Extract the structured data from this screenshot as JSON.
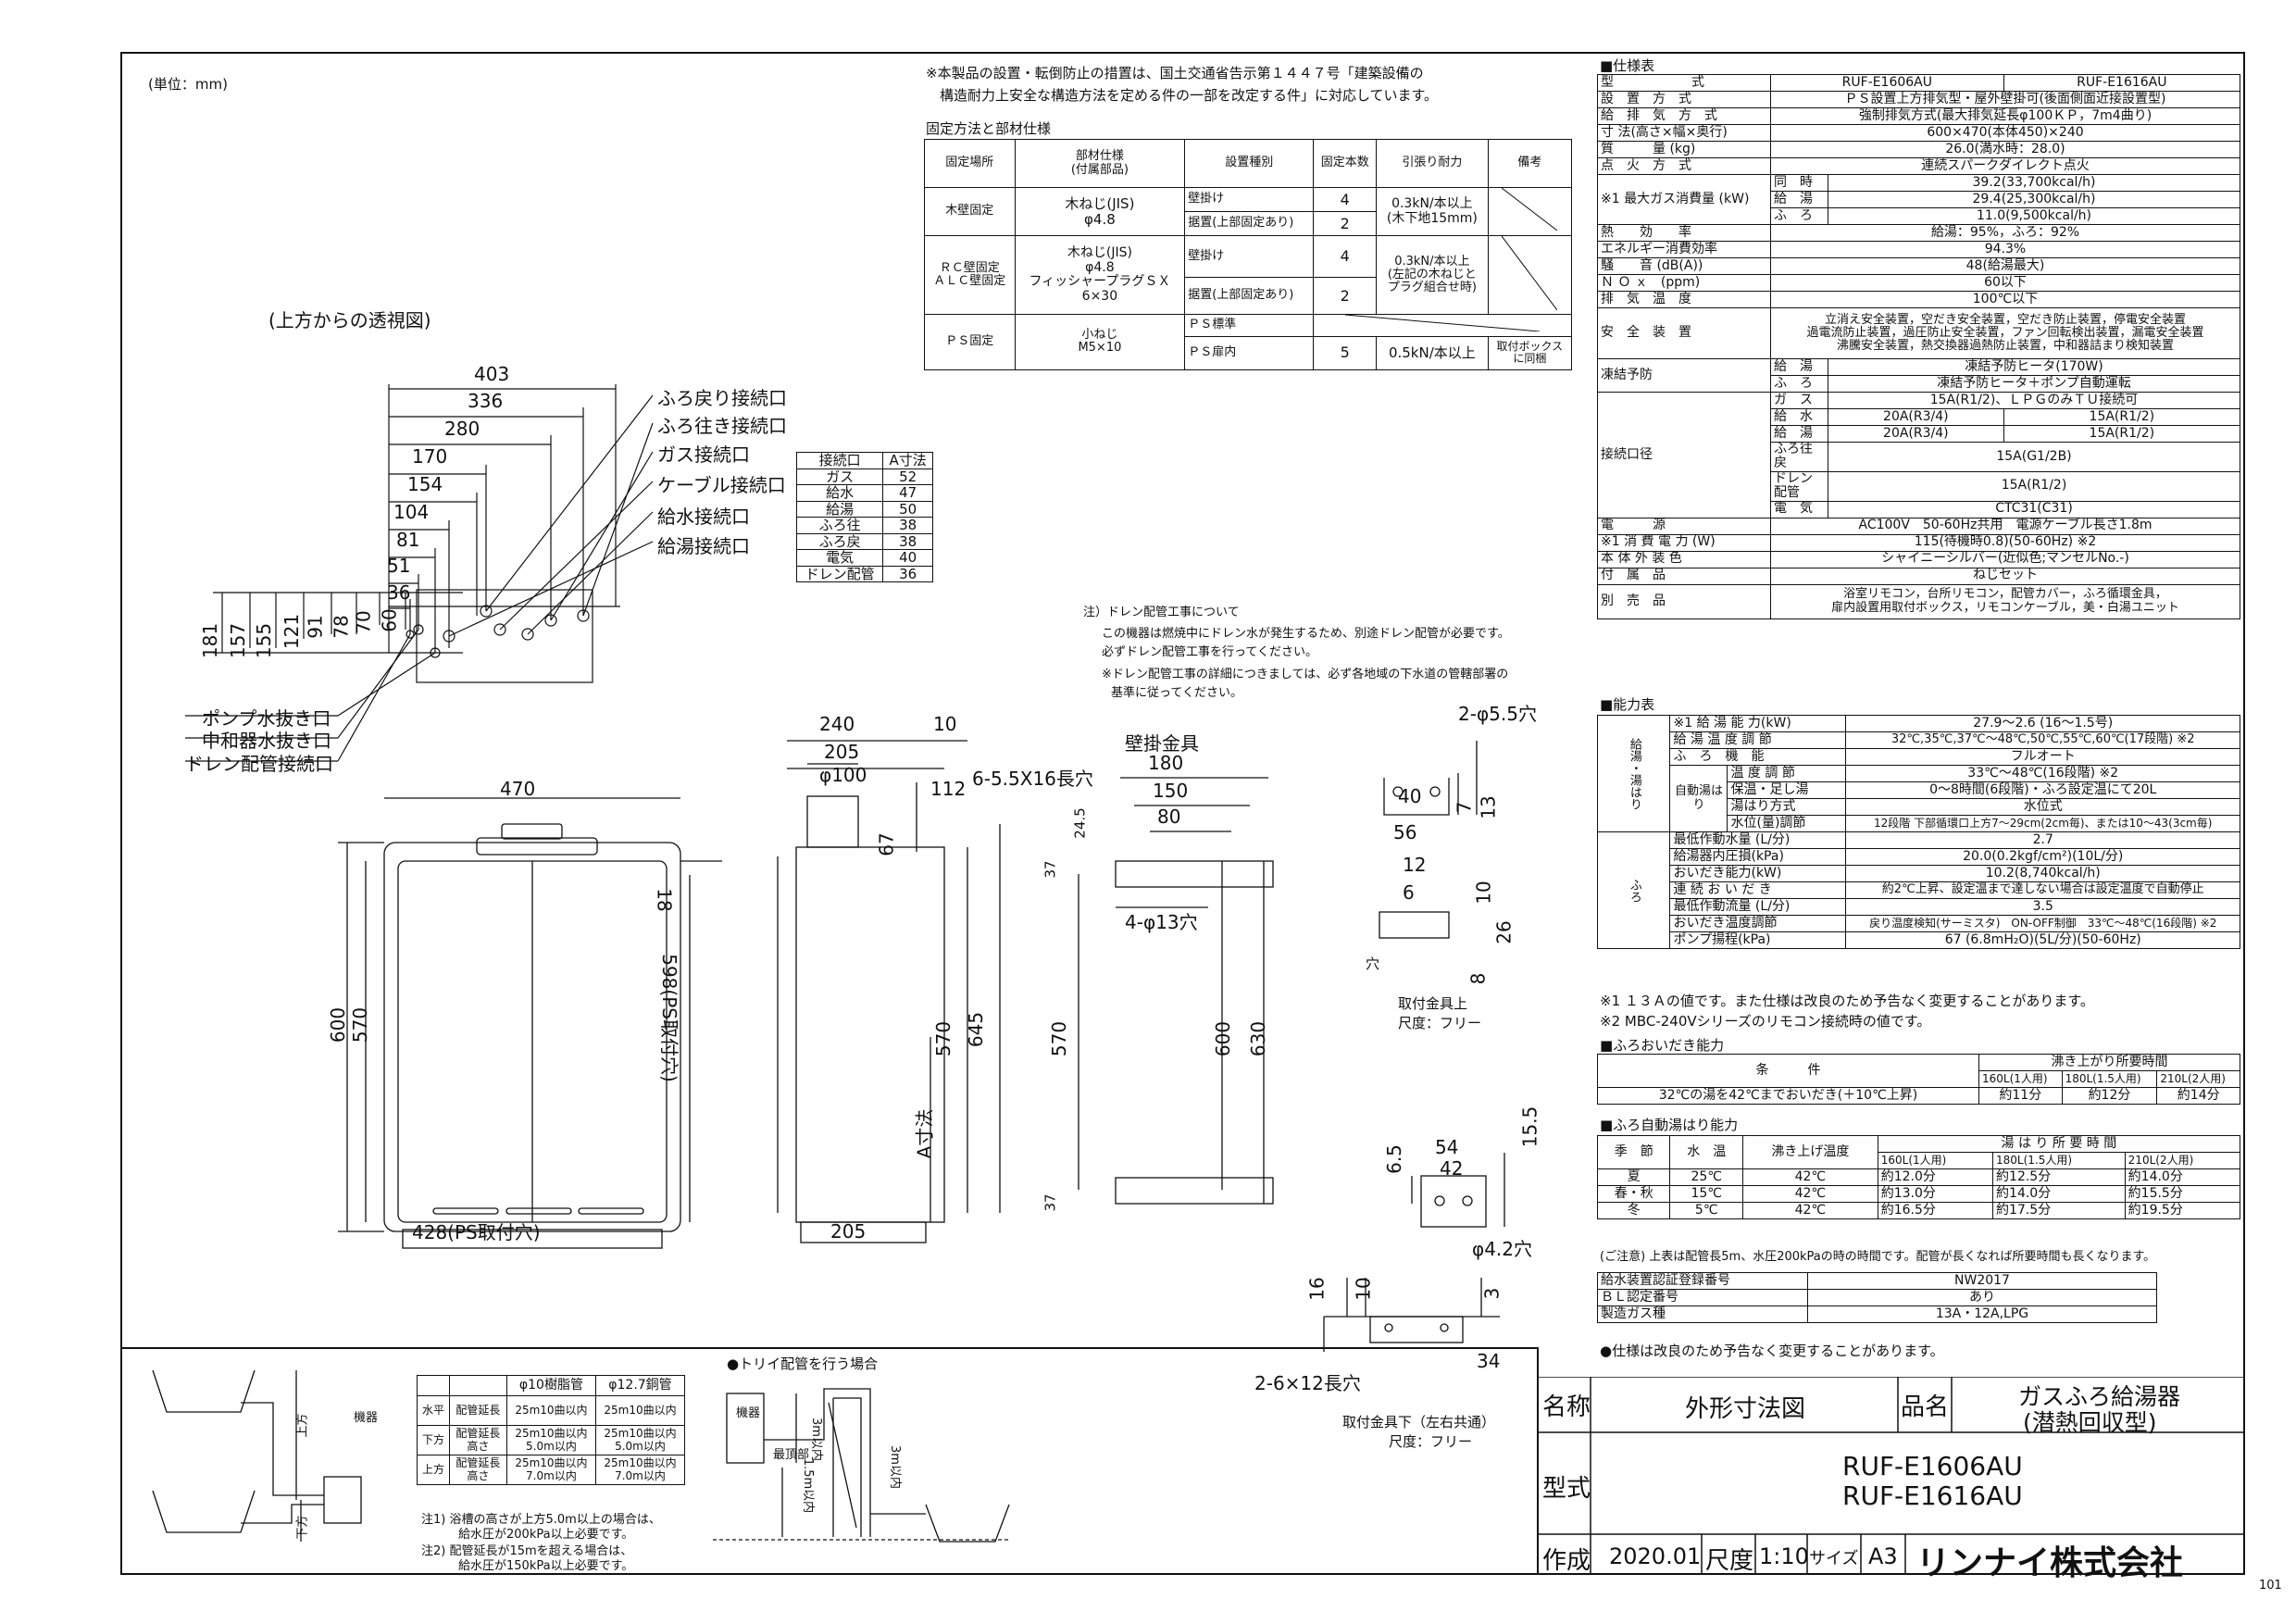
{
  "unit_note": "(単位：mm)",
  "page_number": "101",
  "notice": {
    "line1": "※本製品の設置・転倒防止の措置は、国土交通省告示第１４４７号「建築設備の",
    "line2": "構造耐力上安全な構造方法を定める件の一部を改定する件」に対応しています。"
  },
  "fixing": {
    "title": "固定方法と部材仕様",
    "headers": [
      "固定場所",
      "部材仕様\n(付属部品)",
      "設置種別",
      "固定本数",
      "引張り耐力",
      "備考"
    ],
    "rows": [
      {
        "place": "木壁固定",
        "part": "木ねじ(JIS)\nφ4.8",
        "type1": "壁掛け",
        "n1": "4",
        "type2": "据置(上部固定あり)",
        "n2": "2",
        "force": "0.3kN/本以上\n(木下地15mm)",
        "note": ""
      },
      {
        "place": "ＲＣ壁固定\nＡＬＣ壁固定",
        "part": "木ねじ(JIS)\nφ4.8\nフィッシャープラグＳＸ\n6×30",
        "type1": "壁掛け",
        "n1": "4",
        "type2": "据置(上部固定あり)",
        "n2": "2",
        "force": "0.3kN/本以上\n(左記の木ねじと\nプラグ組合せ時)",
        "note": ""
      },
      {
        "place": "ＰＳ固定",
        "part": "小ねじ\nM5×10",
        "type1": "ＰＳ標準",
        "n1": "",
        "type2": "ＰＳ扉内",
        "n2": "5",
        "force": "0.5kN/本以上",
        "note": "取付ボックス\nに同梱"
      }
    ]
  },
  "top_view": {
    "title": "(上方からの透視図)",
    "dims_h": [
      "403",
      "336",
      "280",
      "170",
      "154",
      "104",
      "81",
      "51",
      "36"
    ],
    "dims_v": [
      "181",
      "157",
      "155",
      "121",
      "91",
      "78",
      "70",
      "60"
    ],
    "callouts": [
      "ふろ戻り接続口",
      "ふろ往き接続口",
      "ガス接続口",
      "ケーブル接続口",
      "給水接続口",
      "給湯接続口"
    ],
    "bottom_callouts": [
      "ポンプ水抜き口",
      "中和器水抜き口",
      "ドレン配管接続口"
    ]
  },
  "conn_table": {
    "headers": [
      "接続口",
      "A寸法"
    ],
    "rows": [
      [
        "ガス",
        "52"
      ],
      [
        "給水",
        "47"
      ],
      [
        "給湯",
        "50"
      ],
      [
        "ふろ往",
        "38"
      ],
      [
        "ふろ戻",
        "38"
      ],
      [
        "電気",
        "40"
      ],
      [
        "ドレン配管",
        "36"
      ]
    ]
  },
  "drain_note": {
    "head": "注）ドレン配管工事について",
    "l1": "この機器は燃焼中にドレン水が発生するため、別途ドレン配管が必要です。",
    "l2": "必ずドレン配管工事を行ってください。",
    "l3": "※ドレン配管工事の詳細につきましては、必ず各地域の下水道の管轄部署の",
    "l4": "基準に従ってください。"
  },
  "front_view": {
    "w": "470",
    "h600": "600",
    "h570": "570",
    "h18": "18",
    "ps": "598(PS取付穴)",
    "ps_w": "428(PS取付穴)"
  },
  "side_view": {
    "d240": "240",
    "d10": "10",
    "d205": "205",
    "d100": "φ100",
    "d112": "112",
    "d67": "67",
    "d570": "570",
    "d645": "645",
    "a": "A寸法",
    "d205b": "205"
  },
  "bracket": {
    "title": "壁掛金具",
    "d180": "180",
    "d150": "150",
    "d80": "80",
    "holes": "6-5.5X16長穴",
    "d24": "24.5",
    "d37": "37",
    "holes2": "4-φ13穴",
    "d570": "570",
    "d600": "600",
    "d630": "630",
    "d37b": "37"
  },
  "upper_fit": {
    "hole": "2-φ5.5穴",
    "d40": "40",
    "d56": "56",
    "d7": "7",
    "d13": "13",
    "d12": "12",
    "d6": "6",
    "d10": "10",
    "d26": "26",
    "d8": "8",
    "ana": "穴",
    "cap": "取付金具上",
    "scale": "尺度：フリー"
  },
  "small_fit": {
    "d54": "54",
    "d42": "42",
    "d65": "6.5",
    "d155": "15.5",
    "hole": "φ4.2穴"
  },
  "lower_fit": {
    "d16": "16",
    "d10": "10",
    "d3": "3",
    "d34": "34",
    "hole": "2-6×12長穴",
    "cap": "取付金具下（左右共通）",
    "scale": "尺度：フリー"
  },
  "spec": {
    "title": "■仕様表",
    "rows": [
      [
        "型　　　　　　式",
        "RUF-E1606AU",
        "RUF-E1616AU"
      ],
      [
        "設　置　方　式",
        "ＰＳ設置上方排気型・屋外壁掛可(後面側面近接設置型)"
      ],
      [
        "給　排　気　方　式",
        "強制排気方式(最大排気延長φ100ＫＰ，7m4曲り)"
      ],
      [
        "寸 法(高さ×幅×奥行)",
        "600×470(本体450)×240"
      ],
      [
        "質　　　量 (kg)",
        "26.0(満水時：28.0)"
      ],
      [
        "点　火　方　式",
        "連続スパークダイレクト点火"
      ],
      [
        "※1 最大ガス消費量 (kW)",
        "同　時",
        "39.2(33,700kcal/h)"
      ],
      [
        "",
        "給　湯",
        "29.4(25,300kcal/h)"
      ],
      [
        "",
        "ふ　ろ",
        "11.0(9,500kcal/h)"
      ],
      [
        "熱　　効　　率",
        "給湯：95%，ふろ：92%"
      ],
      [
        "エネルギー消費効率",
        "94.3%"
      ],
      [
        "騒　　音 (dB(A))",
        "48(給湯最大)"
      ],
      [
        "Ｎ Ｏ ｘ　(ppm)",
        "60以下"
      ],
      [
        "排　気　温　度",
        "100℃以下"
      ],
      [
        "安　全　装　置",
        "立消え安全装置，空だき安全装置，空だき防止装置，停電安全装置",
        "過電流防止装置，過圧防止安全装置，ファン回転検出装置，漏電安全装置",
        "沸騰安全装置，熱交換器過熱防止装置，中和器詰まり検知装置"
      ],
      [
        "凍結予防",
        "給　湯",
        "凍結予防ヒータ(170W)"
      ],
      [
        "",
        "ふ　ろ",
        "凍結予防ヒータ＋ポンプ自動運転"
      ],
      [
        "接続口径",
        "ガ　ス",
        "15A(R1/2)、ＬＰＧのみＴＵ接続可"
      ],
      [
        "",
        "給　水",
        "20A(R3/4)",
        "15A(R1/2)"
      ],
      [
        "",
        "給　湯",
        "20A(R3/4)",
        "15A(R1/2)"
      ],
      [
        "",
        "ふろ往戻",
        "15A(G1/2B)"
      ],
      [
        "",
        "ドレン配管",
        "15A(R1/2)"
      ],
      [
        "",
        "電　気",
        "CTC31(C31)"
      ],
      [
        "電　　　源",
        "AC100V　50-60Hz共用　電源ケーブル長さ1.8m"
      ],
      [
        "※1 消 費 電 力 (W)",
        "115(待機時0.8)(50-60Hz) ※2"
      ],
      [
        "本 体 外 装 色",
        "シャイニーシルバー(近似色;マンセルNo.-)"
      ],
      [
        "付　属　品",
        "ねじセット"
      ],
      [
        "別　売　品",
        "浴室リモコン，台所リモコン，配管カバー，ふろ循環金具，",
        "扉内設置用取付ボックス，リモコンケーブル，美・白湯ユニット"
      ]
    ]
  },
  "capacity": {
    "title": "■能力表",
    "rows": [
      [
        "※1 給 湯 能 力(kW)",
        "27.9～2.6 (16～1.5号)"
      ],
      [
        "給 湯 温 度 調 節",
        "32℃,35℃,37℃～48℃,50℃,55℃,60℃(17段階) ※2"
      ],
      [
        "ふ　ろ　機　能",
        "フルオート"
      ],
      [
        "温 度 調 節",
        "33℃～48℃(16段階) ※2"
      ],
      [
        "保温・足し湯",
        "0～8時間(6段階)・ふろ設定温にて20L"
      ],
      [
        "湯はり方式",
        "水位式"
      ],
      [
        "水位(量)調節",
        "12段階 下部循環口上方7～29cm(2cm毎)、または10～43(3cm毎)"
      ],
      [
        "最低作動水量 (L/分)",
        "2.7"
      ],
      [
        "給湯器内圧損(kPa)",
        "20.0(0.2kgf/cm²)(10L/分)"
      ],
      [
        "おいだき能力(kW)",
        "10.2(8,740kcal/h)"
      ],
      [
        "連 続 お い だ き",
        "約2℃上昇、設定温まで達しない場合は設定温度で自動停止"
      ],
      [
        "最低作動流量 (L/分)",
        "3.5"
      ],
      [
        "おいだき温度調節",
        "戻り温度検知(サーミスタ)　ON-OFF制御　33℃～48℃(16段階) ※2"
      ],
      [
        "ポンプ揚程(kPa)",
        "67 (6.8mH₂O)(5L/分)(50-60Hz)"
      ]
    ],
    "side1": "給湯・湯はり",
    "side2": "自動湯はり",
    "side3": "ふろ",
    "note1": "※1 １３Ａの値です。また仕様は改良のため予告なく変更することがあります。",
    "note2": "※2 MBC-240Vシリーズのリモコン接続時の値です。"
  },
  "oidaki": {
    "title": "■ふろおいだき能力",
    "h1": "条　　　件",
    "h2": "沸き上がり所要時間",
    "sub": [
      "160L(1人用)",
      "180L(1.5人用)",
      "210L(2人用)"
    ],
    "cond": "32℃の湯を42℃までおいだき(＋10℃上昇)",
    "vals": [
      "約11分",
      "約12分",
      "約14分"
    ]
  },
  "yuhari": {
    "title": "■ふろ自動湯はり能力",
    "h": [
      "季　節",
      "水　温",
      "沸き上げ温度",
      "湯 は り 所 要 時 間"
    ],
    "sub": [
      "160L(1人用)",
      "180L(1.5人用)",
      "210L(2人用)"
    ],
    "rows": [
      [
        "夏",
        "25℃",
        "42℃",
        "約12.0分",
        "約12.5分",
        "約14.0分"
      ],
      [
        "春・秋",
        "15℃",
        "42℃",
        "約13.0分",
        "約14.0分",
        "約15.5分"
      ],
      [
        "冬",
        "5℃",
        "42℃",
        "約16.5分",
        "約17.5分",
        "約19.5分"
      ]
    ],
    "note": "(ご注意) 上表は配管長5m、水圧200kPaの時の時間です。配管が長くなれば所要時間も長くなります。"
  },
  "cert": {
    "rows": [
      [
        "給水装置認証登録番号",
        "NW2017"
      ],
      [
        "ＢＬ認定番号",
        "あり"
      ],
      [
        "製造ガス種",
        "13A・12A,LPG"
      ]
    ],
    "note": "●仕様は改良のため予告なく変更することがあります。"
  },
  "pipe_table": {
    "headers": [
      "",
      "",
      "φ10樹脂管",
      "φ12.7銅管"
    ],
    "rows": [
      [
        "水平",
        "配管延長",
        "25m10曲以内",
        "25m10曲以内"
      ],
      [
        "下方",
        "配管延長\n高さ",
        "25m10曲以内\n5.0m以内",
        "25m10曲以内\n5.0m以内"
      ],
      [
        "上方",
        "配管延長\n高さ",
        "25m10曲以内\n7.0m以内",
        "25m10曲以内\n7.0m以内"
      ]
    ],
    "n1": "注1) 浴槽の高さが上方5.0m以上の場合は、",
    "n1b": "給水圧が200kPa以上必要です。",
    "n2": "注2) 配管延長が15mを超える場合は、",
    "n2b": "給水圧が150kPa以上必要です。"
  },
  "pipe_fig": {
    "lbl_up": "上方",
    "lbl_down": "下方",
    "lbl_unit": "機器",
    "toi": "●トリイ配管を行う場合",
    "unit2": "機器",
    "h1": "1.5m以内",
    "h2": "3m以内",
    "h3": "3m以内",
    "top": "最頂部"
  },
  "title_block": {
    "name_l": "名称",
    "name": "外形寸法図",
    "hin_l": "品名",
    "hin1": "ガスふろ給湯器",
    "hin2": "(潜熱回収型)",
    "model_l": "型式",
    "model1": "RUF-E1606AU",
    "model2": "RUF-E1616AU",
    "made_l": "作成",
    "date": "2020.01",
    "scale_l": "尺度",
    "scale": "1:10",
    "size_l": "サイズ",
    "size": "A3",
    "company": "リンナイ株式会社"
  }
}
